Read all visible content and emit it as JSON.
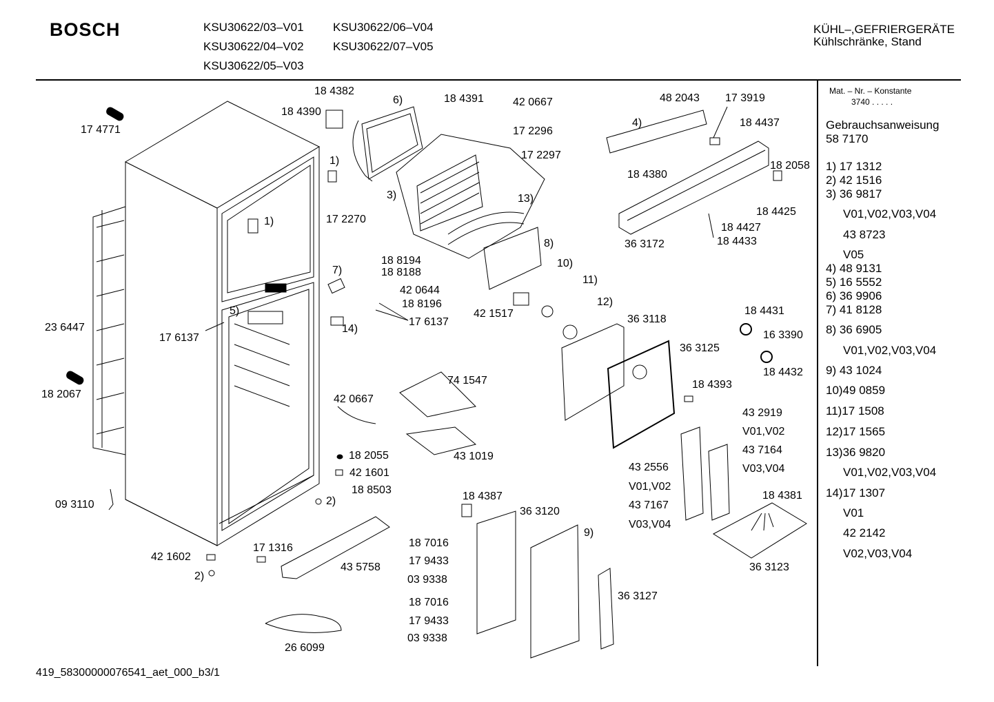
{
  "header": {
    "brand": "BOSCH",
    "models": [
      "KSU30622/03–V01",
      "KSU30622/06–V04",
      "KSU30622/04–V02",
      "KSU30622/07–V05",
      "KSU30622/05–V03"
    ],
    "category_line1": "KÜHL–,GEFRIERGERÄTE",
    "category_line2": "Kühlschränke, Stand"
  },
  "sidebar": {
    "mat_header": "Mat. – Nr. – Konstante",
    "mat_value": "3740  .  .  .  .  .",
    "manual_label": "Gebrauchsanweisung",
    "manual_number": "58 7170",
    "lines": [
      "1) 17 1312",
      "2) 42 1516",
      "3) 36 9817",
      "V01,V02,V03,V04",
      "43 8723",
      "V05",
      "4) 48 9131",
      "5) 16 5552",
      "6) 36 9906",
      "7) 41 8128",
      "8) 36 6905",
      "V01,V02,V03,V04",
      "9) 43 1024",
      "10)49 0859",
      "11)17 1508",
      "12)17 1565",
      "13)36 9820",
      "V01,V02,V03,V04",
      "14)17 1307",
      "V01",
      "42 2142",
      "V02,V03,V04"
    ]
  },
  "labels": [
    "18 4382",
    "6)",
    "18 4391",
    "42 0667",
    "18 4390",
    "17 2296",
    "17 2297",
    "1)",
    "3)",
    "13)",
    "17 2270",
    "17 4771",
    "1)",
    "48 2043",
    "17 3919",
    "4)",
    "18 4437",
    "18 4380",
    "18 2058",
    "18 4425",
    "18 4427",
    "18 4433",
    "36 3172",
    "8)",
    "10)",
    "11)",
    "12)",
    "18 8194",
    "18 8188",
    "7)",
    "42 0644",
    "18 8196",
    "17 6137",
    "42 1517",
    "36 3118",
    "18 4431",
    "16 3390",
    "36 3125",
    "18 4432",
    "23 6447",
    "17 6137",
    "5)",
    "14)",
    "74 1547",
    "42 0667",
    "18 4393",
    "18 2067",
    "43 2919",
    "V01,V02",
    "43 7164",
    "V03,V04",
    "43 1019",
    "18 2055",
    "42 1601",
    "18 8503",
    "43 2556",
    "V01,V02",
    "43 7167",
    "V03,V04",
    "2)",
    "09 3110",
    "18 4387",
    "36 3120",
    "18 4381",
    "9)",
    "18 7016",
    "17 9433",
    "03 9338",
    "42 1602",
    "17 1316",
    "2)",
    "43 5758",
    "36 3123",
    "36 3127",
    "18 7016",
    "17 9433",
    "03 9338",
    "26 6099"
  ],
  "footer": "419_58300000076541_aet_000_b3/1"
}
